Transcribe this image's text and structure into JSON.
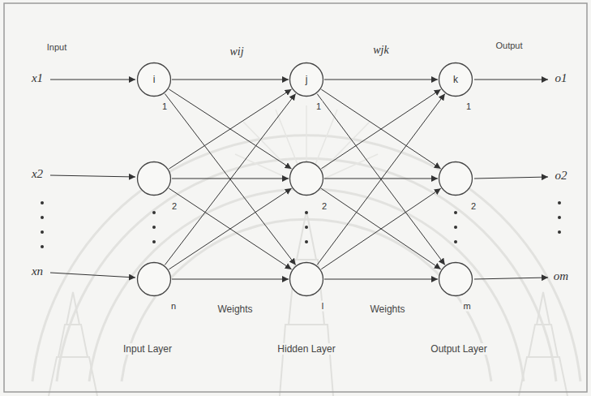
{
  "diagram": {
    "nodes": [
      {
        "text": [
          "i",
          "1"
        ]
      },
      {
        "text": [
          "2"
        ]
      },
      {
        "text": [
          "n"
        ]
      },
      {
        "text": [
          "j",
          "1"
        ]
      },
      {
        "text": [
          "2"
        ]
      },
      {
        "text": [
          "l"
        ]
      },
      {
        "text": [
          "k",
          "1"
        ]
      },
      {
        "text": [
          "2"
        ]
      },
      {
        "text": [
          "m"
        ]
      }
    ],
    "edges": [
      {
        "from": 0,
        "to": 3,
        "arrow": "to"
      },
      {
        "from": 0,
        "to": 4,
        "arrow": "to"
      },
      {
        "from": 0,
        "to": 5,
        "arrow": "to"
      },
      {
        "from": 1,
        "to": 3,
        "arrow": "to"
      },
      {
        "from": 1,
        "to": 4,
        "arrow": "to"
      },
      {
        "from": 1,
        "to": 5,
        "arrow": "to"
      },
      {
        "from": 2,
        "to": 3,
        "arrow": "to"
      },
      {
        "from": 2,
        "to": 4,
        "arrow": "to"
      },
      {
        "from": 2,
        "to": 5,
        "arrow": "to"
      },
      {
        "from": 3,
        "to": 6,
        "arrow": "to"
      },
      {
        "from": 3,
        "to": 7,
        "arrow": "to"
      },
      {
        "from": 3,
        "to": 8,
        "arrow": "to"
      },
      {
        "from": 4,
        "to": 6,
        "arrow": "to"
      },
      {
        "from": 4,
        "to": 7,
        "arrow": "to"
      },
      {
        "from": 4,
        "to": 8,
        "arrow": "to"
      },
      {
        "from": 5,
        "to": 6,
        "arrow": "to"
      },
      {
        "from": 5,
        "to": 7,
        "arrow": "to"
      },
      {
        "from": 5,
        "to": 8,
        "arrow": "to"
      }
    ],
    "labels": [
      "Input",
      "Output",
      "x1",
      "x2",
      "xn",
      "wij",
      "wjk",
      "o1",
      "o2",
      "om",
      "Weights",
      "Weights",
      "Input Layer",
      "Hidden Layer",
      "Output Layer"
    ]
  }
}
